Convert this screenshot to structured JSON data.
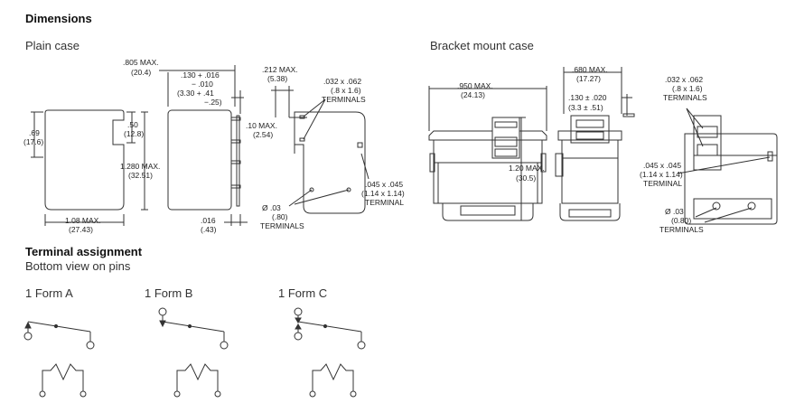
{
  "heading": "Dimensions",
  "plain_case": {
    "title": "Plain case",
    "dim_top_max": ".805 MAX.",
    "dim_top_mm": "(20.4)",
    "dim_pin_1": ".130 + .016",
    "dim_pin_2": "− .010",
    "dim_pin_3": "(3.30 + .41",
    "dim_pin_4": "−.25)",
    "dim_212": ".212 MAX.",
    "dim_212_mm": "(5.38)",
    "dim_term_1": ".032 x .062",
    "dim_term_2": "(.8 x 1.6)",
    "dim_term_3": "TERMINALS",
    "dim_69": ".69",
    "dim_69_mm": "(17.6)",
    "dim_50": ".50",
    "dim_50_mm": "(12.8)",
    "dim_height": "1.280 MAX.",
    "dim_height_mm": "(32.51)",
    "dim_10": ".10 MAX.",
    "dim_10_mm": "(2.54)",
    "dim_045_1": ".045 x .045",
    "dim_045_2": "(1.14 x 1.14)",
    "dim_045_3": "TERMINAL",
    "dim_dia_1": "Ø .03",
    "dim_dia_2": "(.80)",
    "dim_dia_3": "TERMINALS",
    "dim_width": "1.08 MAX.",
    "dim_width_mm": "(27.43)",
    "dim_016": ".016",
    "dim_016_mm": "(.43)"
  },
  "bracket_case": {
    "title": "Bracket mount case",
    "dim_950": ".950 MAX.",
    "dim_950_mm": "(24.13)",
    "dim_680": ".680 MAX.",
    "dim_680_mm": "(17.27)",
    "dim_130_1": ".130 ± .020",
    "dim_130_2": "(3.3 ± .51)",
    "dim_term_1": ".032 x .062",
    "dim_term_2": "(.8 x 1.6)",
    "dim_term_3": "TERMINALS",
    "dim_120": "1.20 MAX.",
    "dim_120_mm": "(30.5)",
    "dim_045_1": ".045 x .045",
    "dim_045_2": "(1.14 x 1.14)",
    "dim_045_3": "TERMINAL",
    "dim_dia_1": "Ø .03",
    "dim_dia_2": "(0.80)",
    "dim_dia_3": "TERMINALS"
  },
  "terminal": {
    "title": "Terminal assignment",
    "subtitle": "Bottom view on pins",
    "forms": [
      "1 Form A",
      "1 Form B",
      "1 Form C"
    ]
  }
}
